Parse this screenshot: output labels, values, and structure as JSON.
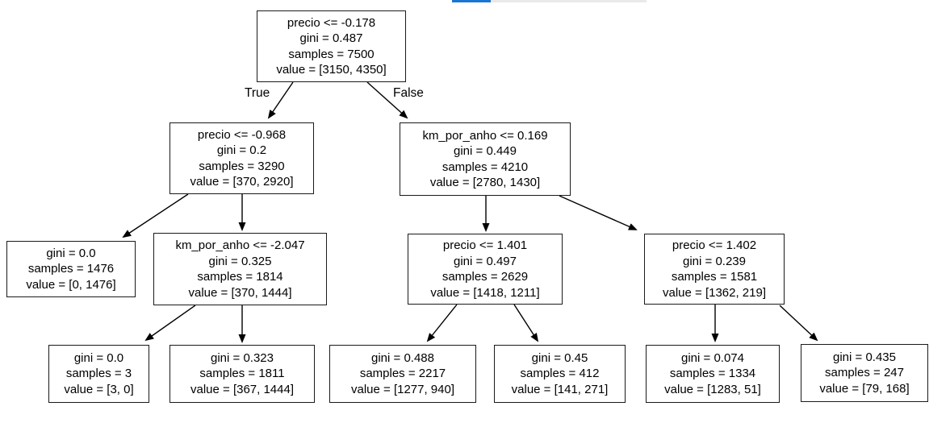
{
  "colors": {
    "node_border": "#1a1a1a",
    "node_fill": "#ffffff",
    "text": "#000000",
    "edge": "#000000",
    "scrollbar_thumb": "#1976d2",
    "scrollbar_track": "#e9e9e9"
  },
  "scrollbar": {
    "thumb_position": "left",
    "orientation": "horizontal"
  },
  "tree": {
    "edge_labels": {
      "true_label": "True",
      "false_label": "False"
    },
    "nodes": [
      {
        "id": "root",
        "lines": [
          "precio <= -0.178",
          "gini = 0.487",
          "samples = 7500",
          "value = [3150, 4350]"
        ]
      },
      {
        "id": "depth1-left",
        "lines": [
          "precio <= -0.968",
          "gini = 0.2",
          "samples = 3290",
          "value = [370, 2920]"
        ]
      },
      {
        "id": "depth1-right",
        "lines": [
          "km_por_anho <= 0.169",
          "gini = 0.449",
          "samples = 4210",
          "value = [2780, 1430]"
        ]
      },
      {
        "id": "depth2-leaf-1",
        "lines": [
          "gini = 0.0",
          "samples = 1476",
          "value = [0, 1476]"
        ]
      },
      {
        "id": "depth2-split-1",
        "lines": [
          "km_por_anho <= -2.047",
          "gini = 0.325",
          "samples = 1814",
          "value = [370, 1444]"
        ]
      },
      {
        "id": "depth2-split-2",
        "lines": [
          "precio <= 1.401",
          "gini = 0.497",
          "samples = 2629",
          "value = [1418, 1211]"
        ]
      },
      {
        "id": "depth2-split-3",
        "lines": [
          "precio <= 1.402",
          "gini = 0.239",
          "samples = 1581",
          "value = [1362, 219]"
        ]
      },
      {
        "id": "leaf-1",
        "lines": [
          "gini = 0.0",
          "samples = 3",
          "value = [3, 0]"
        ]
      },
      {
        "id": "leaf-2",
        "lines": [
          "gini = 0.323",
          "samples = 1811",
          "value = [367, 1444]"
        ]
      },
      {
        "id": "leaf-3",
        "lines": [
          "gini = 0.488",
          "samples = 2217",
          "value = [1277, 940]"
        ]
      },
      {
        "id": "leaf-4",
        "lines": [
          "gini = 0.45",
          "samples = 412",
          "value = [141, 271]"
        ]
      },
      {
        "id": "leaf-5",
        "lines": [
          "gini = 0.074",
          "samples = 1334",
          "value = [1283, 51]"
        ]
      },
      {
        "id": "leaf-6",
        "lines": [
          "gini = 0.435",
          "samples = 247",
          "value = [79, 168]"
        ]
      }
    ]
  }
}
